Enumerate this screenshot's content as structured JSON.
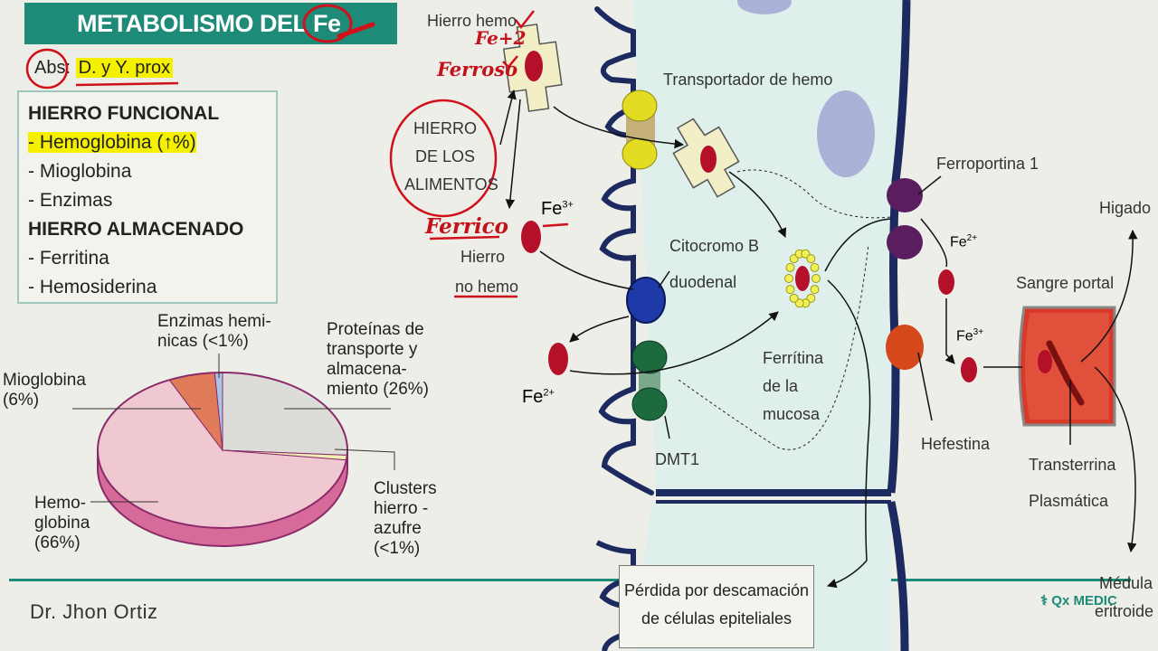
{
  "title": "METABOLISMO DEL Fe",
  "abs_note": {
    "label": "Abs:",
    "value": "D. y  Y. prox"
  },
  "info_box": {
    "functional_title": "HIERRO FUNCIONAL",
    "functional_items": [
      "- Hemoglobina (↑%)",
      "- Mioglobina",
      "- Enzimas"
    ],
    "storage_title": "HIERRO ALMACENADO",
    "storage_items": [
      "- Ferritina",
      "- Hemosiderina"
    ]
  },
  "pie": {
    "labels": {
      "enzimas": "Enzimas hemi-\nnicas (<1%)",
      "proteinas": "Proteínas de\ntransporte y\nalmacena-\nmiento (26%)",
      "mioglobina": "Mioglobina\n(6%)",
      "hemoglobina": "Hemo-\nglobina\n(66%)",
      "clusters": "Clusters\nhierro -\nazufre\n(<1%)"
    }
  },
  "chart_data": {
    "type": "pie",
    "categories": [
      "Hemoglobina",
      "Proteínas de transporte y almacenamiento",
      "Mioglobina",
      "Enzimas heminicas",
      "Clusters hierro-azufre"
    ],
    "values": [
      66,
      26,
      6,
      1,
      1
    ],
    "colors": [
      "#f0c8d2",
      "#dcdcd8",
      "#e07b5a",
      "#a9c4e8",
      "#f2efb6"
    ]
  },
  "diagram": {
    "hierro_hemo": "Hierro hemo",
    "fe2_handwritten": "Fe+2",
    "ferroso": "Ferroso",
    "hierro_alimentos": "HIERRO\nDE LOS\nALIMENTOS",
    "ferrico": "Ferrico",
    "fe3": "Fe",
    "fe3_sup": "3+",
    "hierro_no_hemo_1": "Hierro",
    "hierro_no_hemo_2": "no hemo",
    "transportador": "Transportador de hemo",
    "citocromo_1": "Citocromo B",
    "citocromo_2": "duodenal",
    "fe2_bottom": "Fe",
    "fe2_bottom_sup": "2+",
    "dmt1": "DMT1",
    "ferritina_1": "Ferrítina",
    "ferritina_2": "de la",
    "ferritina_3": "mucosa",
    "ferroportina": "Ferroportina 1",
    "fe2_right": "Fe",
    "fe2_right_sup": "2+",
    "fe3_right": "Fe",
    "fe3_right_sup": "3+",
    "hefestina": "Hefestina",
    "higado": "Higado",
    "sangre_portal": "Sangre portal",
    "transterrina_1": "Transterrina",
    "transterrina_2": "Plasmática",
    "medula_1": "Médula",
    "medula_2": "eritroide",
    "perdida_1": "Pérdida por descamación",
    "perdida_2": "de células epiteliales"
  },
  "footer": "Dr. Jhon Ortiz",
  "logo": "Qx MEDIC"
}
